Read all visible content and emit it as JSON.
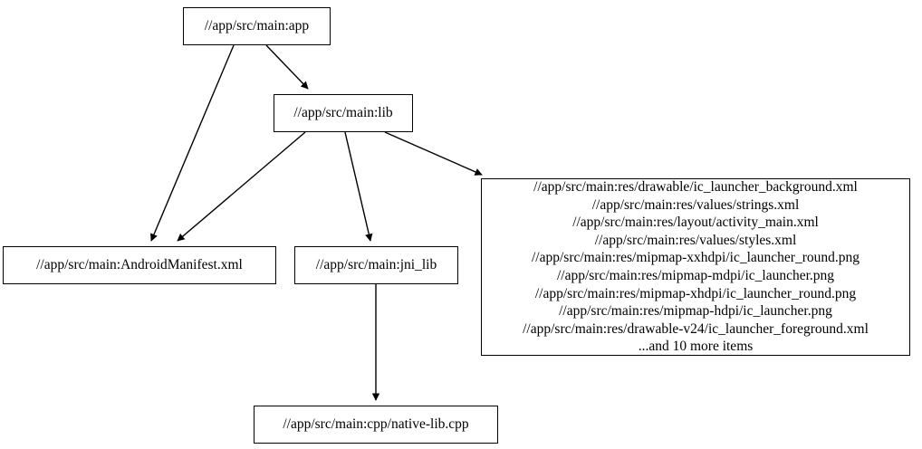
{
  "graph": {
    "nodes": {
      "app": {
        "label": "//app/src/main:app"
      },
      "lib": {
        "label": "//app/src/main:lib"
      },
      "manifest": {
        "label": "//app/src/main:AndroidManifest.xml"
      },
      "jni_lib": {
        "label": "//app/src/main:jni_lib"
      },
      "cpp": {
        "label": "//app/src/main:cpp/native-lib.cpp"
      },
      "resources": {
        "label": "//app/src/main:res/drawable/ic_launcher_background.xml\n//app/src/main:res/values/strings.xml\n//app/src/main:res/layout/activity_main.xml\n//app/src/main:res/values/styles.xml\n//app/src/main:res/mipmap-xxhdpi/ic_launcher_round.png\n//app/src/main:res/mipmap-mdpi/ic_launcher.png\n//app/src/main:res/mipmap-xhdpi/ic_launcher_round.png\n//app/src/main:res/mipmap-hdpi/ic_launcher.png\n//app/src/main:res/drawable-v24/ic_launcher_foreground.xml\n...and 10 more items",
        "lines": [
          "//app/src/main:res/drawable/ic_launcher_background.xml",
          "//app/src/main:res/values/strings.xml",
          "//app/src/main:res/layout/activity_main.xml",
          "//app/src/main:res/values/styles.xml",
          "//app/src/main:res/mipmap-xxhdpi/ic_launcher_round.png",
          "//app/src/main:res/mipmap-mdpi/ic_launcher.png",
          "//app/src/main:res/mipmap-xhdpi/ic_launcher_round.png",
          "//app/src/main:res/mipmap-hdpi/ic_launcher.png",
          "//app/src/main:res/drawable-v24/ic_launcher_foreground.xml",
          "...and 10 more items"
        ]
      }
    },
    "edges": [
      {
        "from": "app",
        "to": "lib"
      },
      {
        "from": "app",
        "to": "manifest"
      },
      {
        "from": "lib",
        "to": "manifest"
      },
      {
        "from": "lib",
        "to": "jni_lib"
      },
      {
        "from": "lib",
        "to": "resources"
      },
      {
        "from": "jni_lib",
        "to": "cpp"
      }
    ],
    "colors": {
      "background": "#ffffff",
      "node_border": "#000000",
      "node_fill": "#ffffff",
      "edge": "#000000",
      "text": "#000000"
    }
  }
}
